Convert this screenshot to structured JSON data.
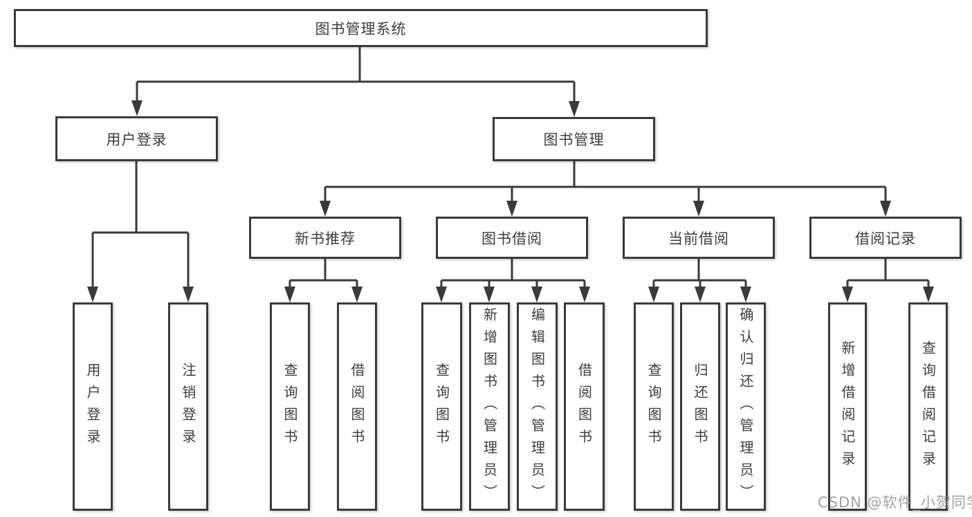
{
  "colors": {
    "line": "#3a3a3a",
    "box_border": "#3a3a3a",
    "text": "#3d3d3d",
    "watermark": "#919191",
    "background": "#ffffff"
  },
  "watermark": {
    "text": "CSDN @软件_小贺同学"
  },
  "diagram": {
    "root": {
      "label": "图书管理系统"
    },
    "branches": [
      {
        "label": "用户登录",
        "children": [
          {
            "label": "用户登录"
          },
          {
            "label": "注销登录"
          }
        ]
      },
      {
        "label": "图书管理",
        "children": [
          {
            "label": "新书推荐",
            "children": [
              {
                "label": "查询图书"
              },
              {
                "label": "借阅图书"
              }
            ]
          },
          {
            "label": "图书借阅",
            "children": [
              {
                "label": "查询图书"
              },
              {
                "label": "新增图书（管理员）"
              },
              {
                "label": "编辑图书（管理员）"
              },
              {
                "label": "借阅图书"
              }
            ]
          },
          {
            "label": "当前借阅",
            "children": [
              {
                "label": "查询图书"
              },
              {
                "label": "归还图书"
              },
              {
                "label": "确认归还（管理员）"
              }
            ]
          },
          {
            "label": "借阅记录",
            "children": [
              {
                "label": "新增借阅记录"
              },
              {
                "label": "查询借阅记录"
              }
            ]
          }
        ]
      }
    ]
  }
}
